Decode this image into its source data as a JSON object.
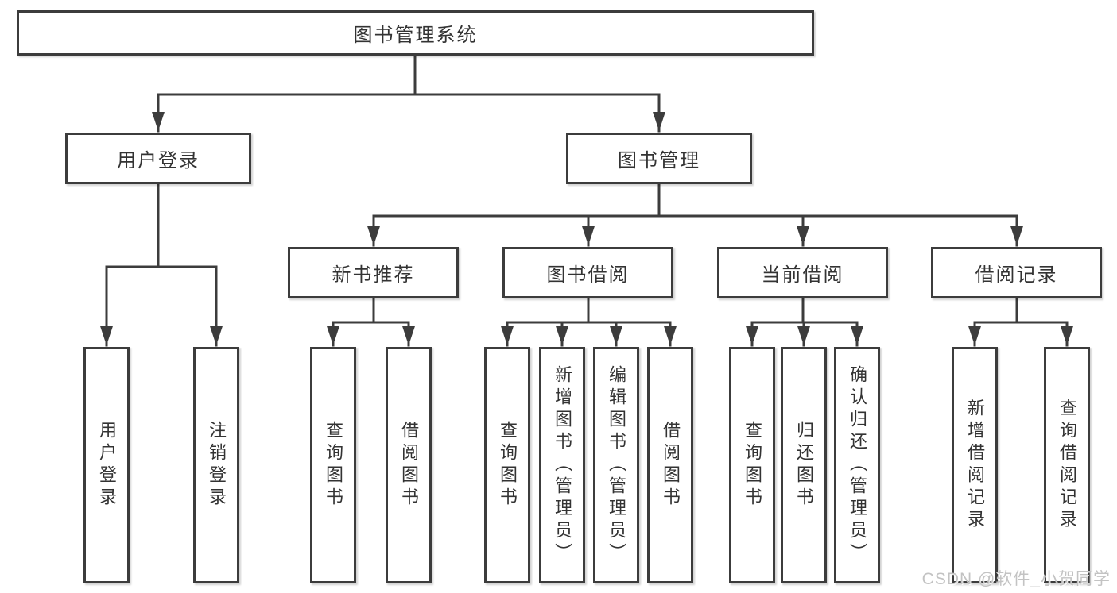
{
  "diagram_title": "图书管理系统",
  "colors": {
    "line": "#3c3c3c",
    "text": "#333333",
    "box_background": "#ffffff",
    "watermark": "#c3c3c3"
  },
  "tree": {
    "label": "图书管理系统",
    "children": [
      {
        "label": "用户登录",
        "children": [
          {
            "label": "用户登录"
          },
          {
            "label": "注销登录"
          }
        ]
      },
      {
        "label": "图书管理",
        "children": [
          {
            "label": "新书推荐",
            "children": [
              {
                "label": "查询图书"
              },
              {
                "label": "借阅图书"
              }
            ]
          },
          {
            "label": "图书借阅",
            "children": [
              {
                "label": "查询图书"
              },
              {
                "label": "新增图书（管理员）"
              },
              {
                "label": "编辑图书（管理员）"
              },
              {
                "label": "借阅图书"
              }
            ]
          },
          {
            "label": "当前借阅",
            "children": [
              {
                "label": "查询图书"
              },
              {
                "label": "归还图书"
              },
              {
                "label": "确认归还（管理员）"
              }
            ]
          },
          {
            "label": "借阅记录",
            "children": [
              {
                "label": "新增借阅记录"
              },
              {
                "label": "查询借阅记录"
              }
            ]
          }
        ]
      }
    ]
  },
  "watermark": {
    "text": "CSDN @软件_小贺同学"
  }
}
